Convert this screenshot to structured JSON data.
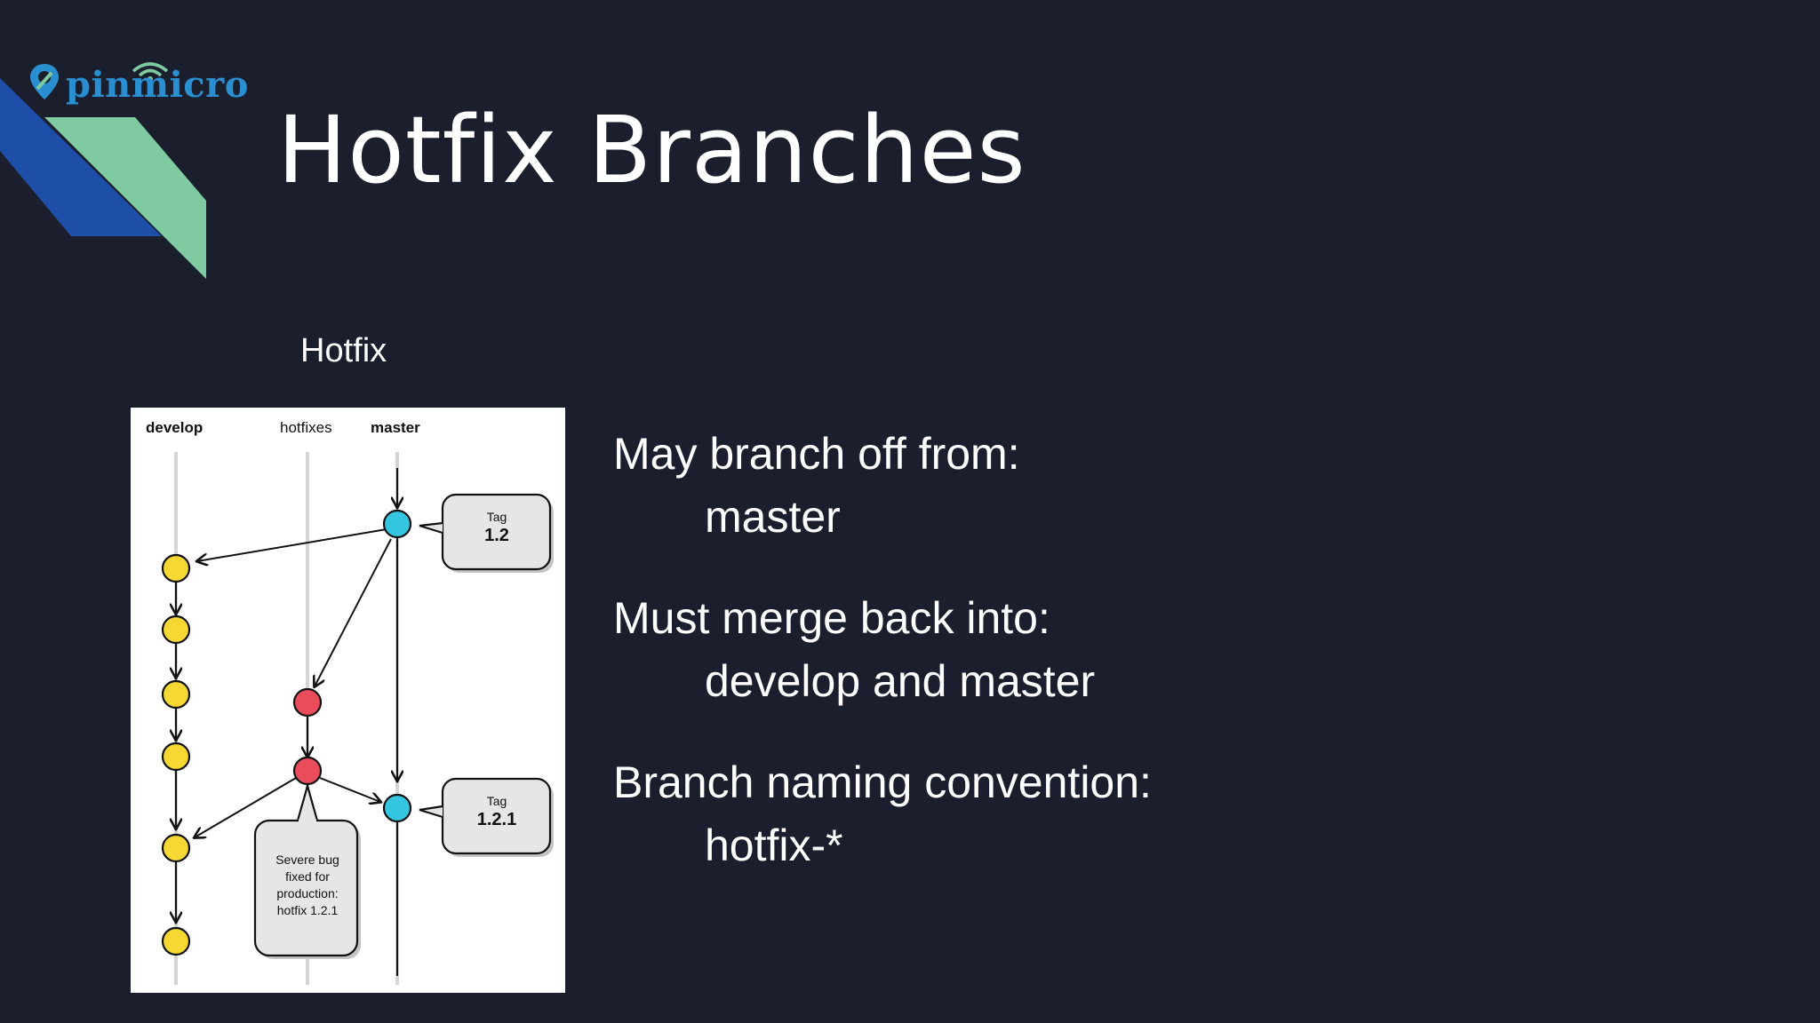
{
  "logo": {
    "text": "pinmicro"
  },
  "title": "Hotfix Branches",
  "subtitle": "Hotfix",
  "diagram": {
    "columns": [
      "develop",
      "hotfixes",
      "master"
    ],
    "tag1_label": "Tag",
    "tag1_value": "1.2",
    "tag2_label": "Tag",
    "tag2_value": "1.2.1",
    "note_lines": [
      "Severe bug",
      "fixed for",
      "production:",
      "hotfix 1.2.1"
    ],
    "colors": {
      "develop": "#f5d834",
      "hotfix": "#ea4c5b",
      "master": "#34c6e0"
    }
  },
  "rules": [
    {
      "label": "May branch off from:",
      "value": "master"
    },
    {
      "label": "Must merge back into:",
      "value": "develop and master"
    },
    {
      "label": "Branch naming convention:",
      "value": "hotfix-*"
    }
  ]
}
